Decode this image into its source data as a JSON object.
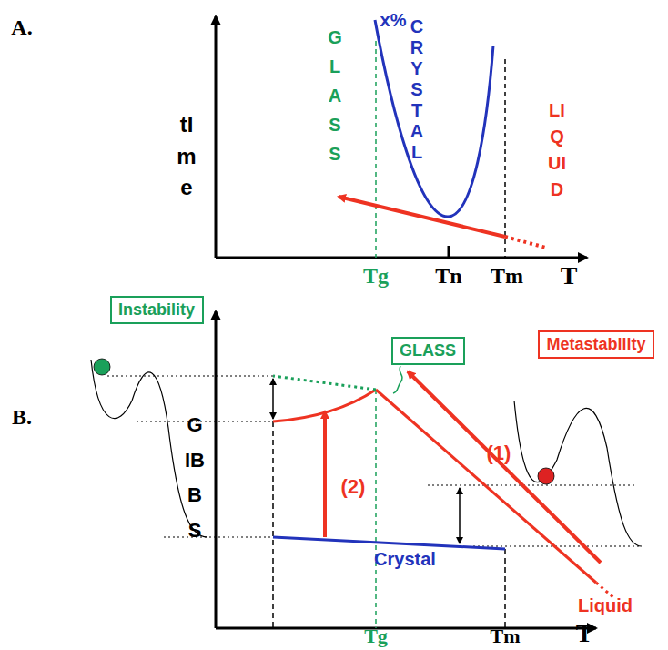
{
  "diagram": {
    "nodes": [
      {
        "text": [
          "Instability"
        ]
      },
      {
        "text": [
          "GLASS"
        ]
      },
      {
        "text": [
          "Metastability"
        ]
      }
    ],
    "labels": [
      "A.",
      "tIme",
      "GLASS",
      "x%",
      "CRYSTAL",
      "LIQUID",
      "Tg",
      "Tn",
      "Tm",
      "T",
      "B.",
      "GIBBS",
      "(1)",
      "(2)",
      "Crystal",
      "Liquid",
      "Tg",
      "Tm",
      "T"
    ]
  }
}
